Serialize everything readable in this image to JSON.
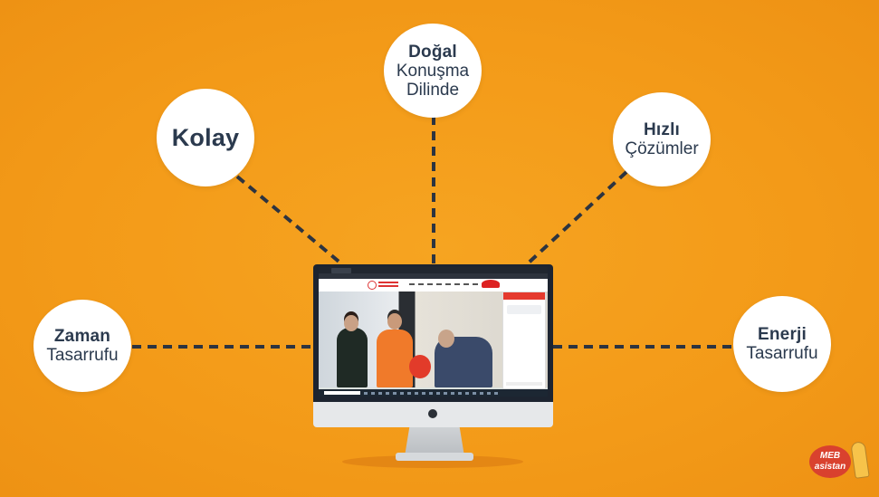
{
  "bubbles": [
    {
      "id": "kolay",
      "bold": "Kolay",
      "regular": ""
    },
    {
      "id": "dogal",
      "bold": "Doğal",
      "regular": "Konuşma Dilinde",
      "regular_lines": [
        "Konuşma",
        "Dilinde"
      ]
    },
    {
      "id": "hizli",
      "bold": "Hızlı",
      "regular": "Çözümler"
    },
    {
      "id": "zaman",
      "bold": "Zaman",
      "regular": "Tasarrufu"
    },
    {
      "id": "enerji",
      "bold": "Enerji",
      "regular": "Tasarrufu"
    }
  ],
  "logo": {
    "line1": "MEB",
    "line2": "asistan"
  },
  "colors": {
    "background": "#f39c1a",
    "text": "#2b3a4e",
    "bubble": "#ffffff",
    "accent": "#d9412e"
  }
}
